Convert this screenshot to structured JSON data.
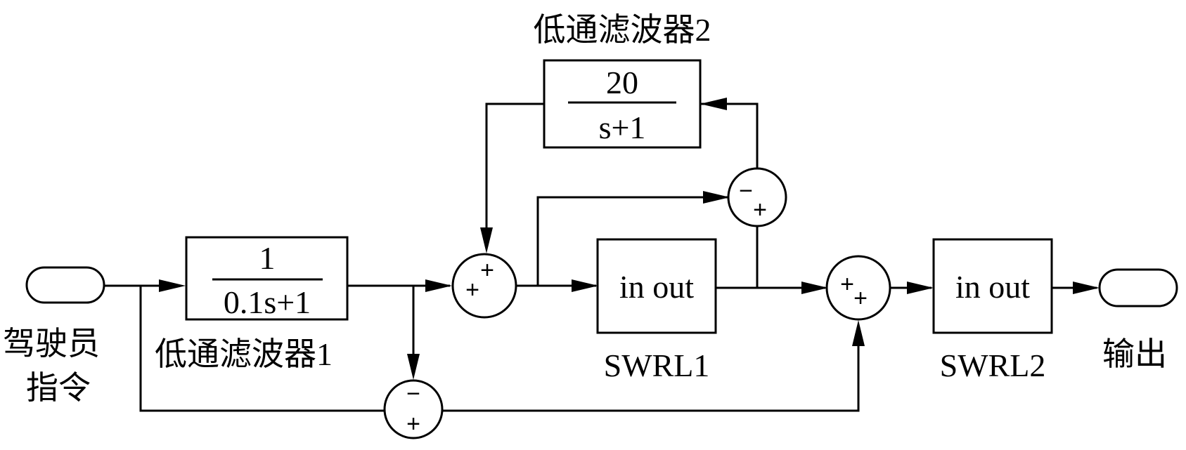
{
  "input": {
    "label_line1": "驾驶员",
    "label_line2": "指令"
  },
  "output": {
    "label": "输出"
  },
  "filter1": {
    "label": "低通滤波器1",
    "numerator": "1",
    "denominator": "0.1s+1"
  },
  "filter2": {
    "label": "低通滤波器2",
    "numerator": "20",
    "denominator": "s+1"
  },
  "swrl1": {
    "label": "SWRL1",
    "text": "in out"
  },
  "swrl2": {
    "label": "SWRL2",
    "text": "in out"
  },
  "sum_a": {
    "sign1": "+",
    "sign2": "+"
  },
  "sum_b": {
    "sign1": "−",
    "sign2": "+"
  },
  "sum_c": {
    "sign1": "+",
    "sign2": "+"
  },
  "sum_d": {
    "sign1": "−",
    "sign2": "+"
  }
}
